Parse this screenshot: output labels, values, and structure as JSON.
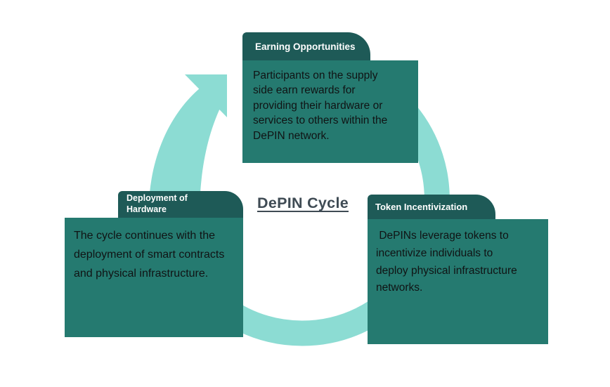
{
  "diagram": {
    "title": "DePIN Cycle",
    "arrow_direction": "clockwise",
    "nodes": [
      {
        "id": "earning-opportunities",
        "label": "Earning Opportunities",
        "description": "Participants on the supply\nside earn rewards for\nproviding their hardware or\nservices to others within the\nDePIN network."
      },
      {
        "id": "token-incentivization",
        "label": "Token Incentivization",
        "description": " DePINs leverage tokens to\nincentivize individuals to\ndeploy physical infrastructure\nnetworks."
      },
      {
        "id": "deployment-of-hardware",
        "label": "Deployment of\nHardware",
        "description": "The cycle continues with the\ndeployment of smart contracts\nand physical infrastructure."
      }
    ],
    "colors": {
      "tab": "#1E5A57",
      "body": "#257A70",
      "arrow": "#8CDCD3",
      "title_text": "#3F4B54",
      "tab_text": "#FFFFFF",
      "body_text": "#101314",
      "background": "#FFFFFF"
    }
  }
}
